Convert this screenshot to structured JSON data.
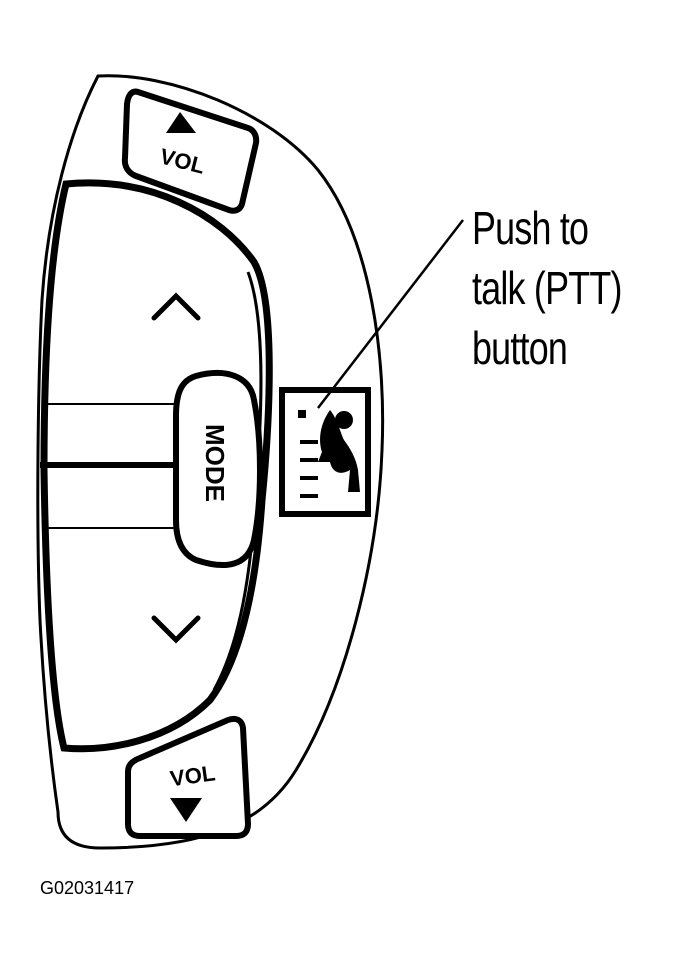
{
  "callout": {
    "lines": [
      "Push to",
      "talk (PTT)",
      "button"
    ]
  },
  "controls": {
    "vol_up_label": "VOL",
    "vol_down_label": "VOL",
    "mode_label": "MODE"
  },
  "figure_id": "G02031417"
}
